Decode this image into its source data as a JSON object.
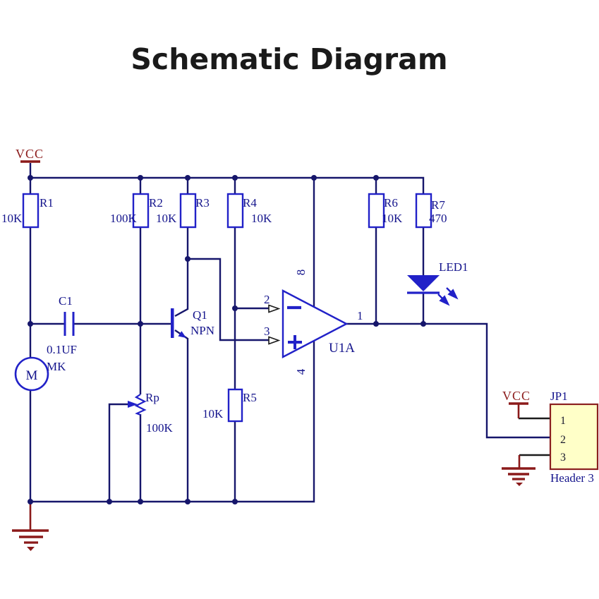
{
  "title": "Schematic Diagram",
  "colors": {
    "wire": "#16166b",
    "component_outline": "#2121c8",
    "label_text": "#14148c",
    "power_symbol": "#8b1a1a",
    "header_fill": "#ffffc8",
    "header_border": "#8b2020",
    "title_text": "#1a1a1a"
  },
  "power": {
    "vcc_main": "VCC",
    "vcc_header": "VCC"
  },
  "components": {
    "r1": {
      "ref": "R1",
      "value": "10K"
    },
    "r2": {
      "ref": "R2",
      "value": "100K"
    },
    "r3": {
      "ref": "R3",
      "value": "10K"
    },
    "r4": {
      "ref": "R4",
      "value": "10K"
    },
    "r5": {
      "ref": "R5",
      "value": "10K"
    },
    "r6": {
      "ref": "R6",
      "value": "10K"
    },
    "r7": {
      "ref": "R7",
      "value": "470"
    },
    "rp": {
      "ref": "Rp",
      "value": "100K"
    },
    "c1": {
      "ref": "C1",
      "value": "0.1UF"
    },
    "q1": {
      "ref": "Q1",
      "value": "NPN"
    },
    "motor": {
      "ref": "M",
      "value": "MK"
    },
    "led1": {
      "ref": "LED1"
    },
    "u1a": {
      "ref": "U1A",
      "pin_out": "1",
      "pin_inv": "2",
      "pin_noninv": "3",
      "pin_vminus": "4",
      "pin_vplus": "8"
    },
    "jp1": {
      "ref": "JP1",
      "type_label": "Header 3",
      "pins": [
        "1",
        "2",
        "3"
      ]
    }
  }
}
